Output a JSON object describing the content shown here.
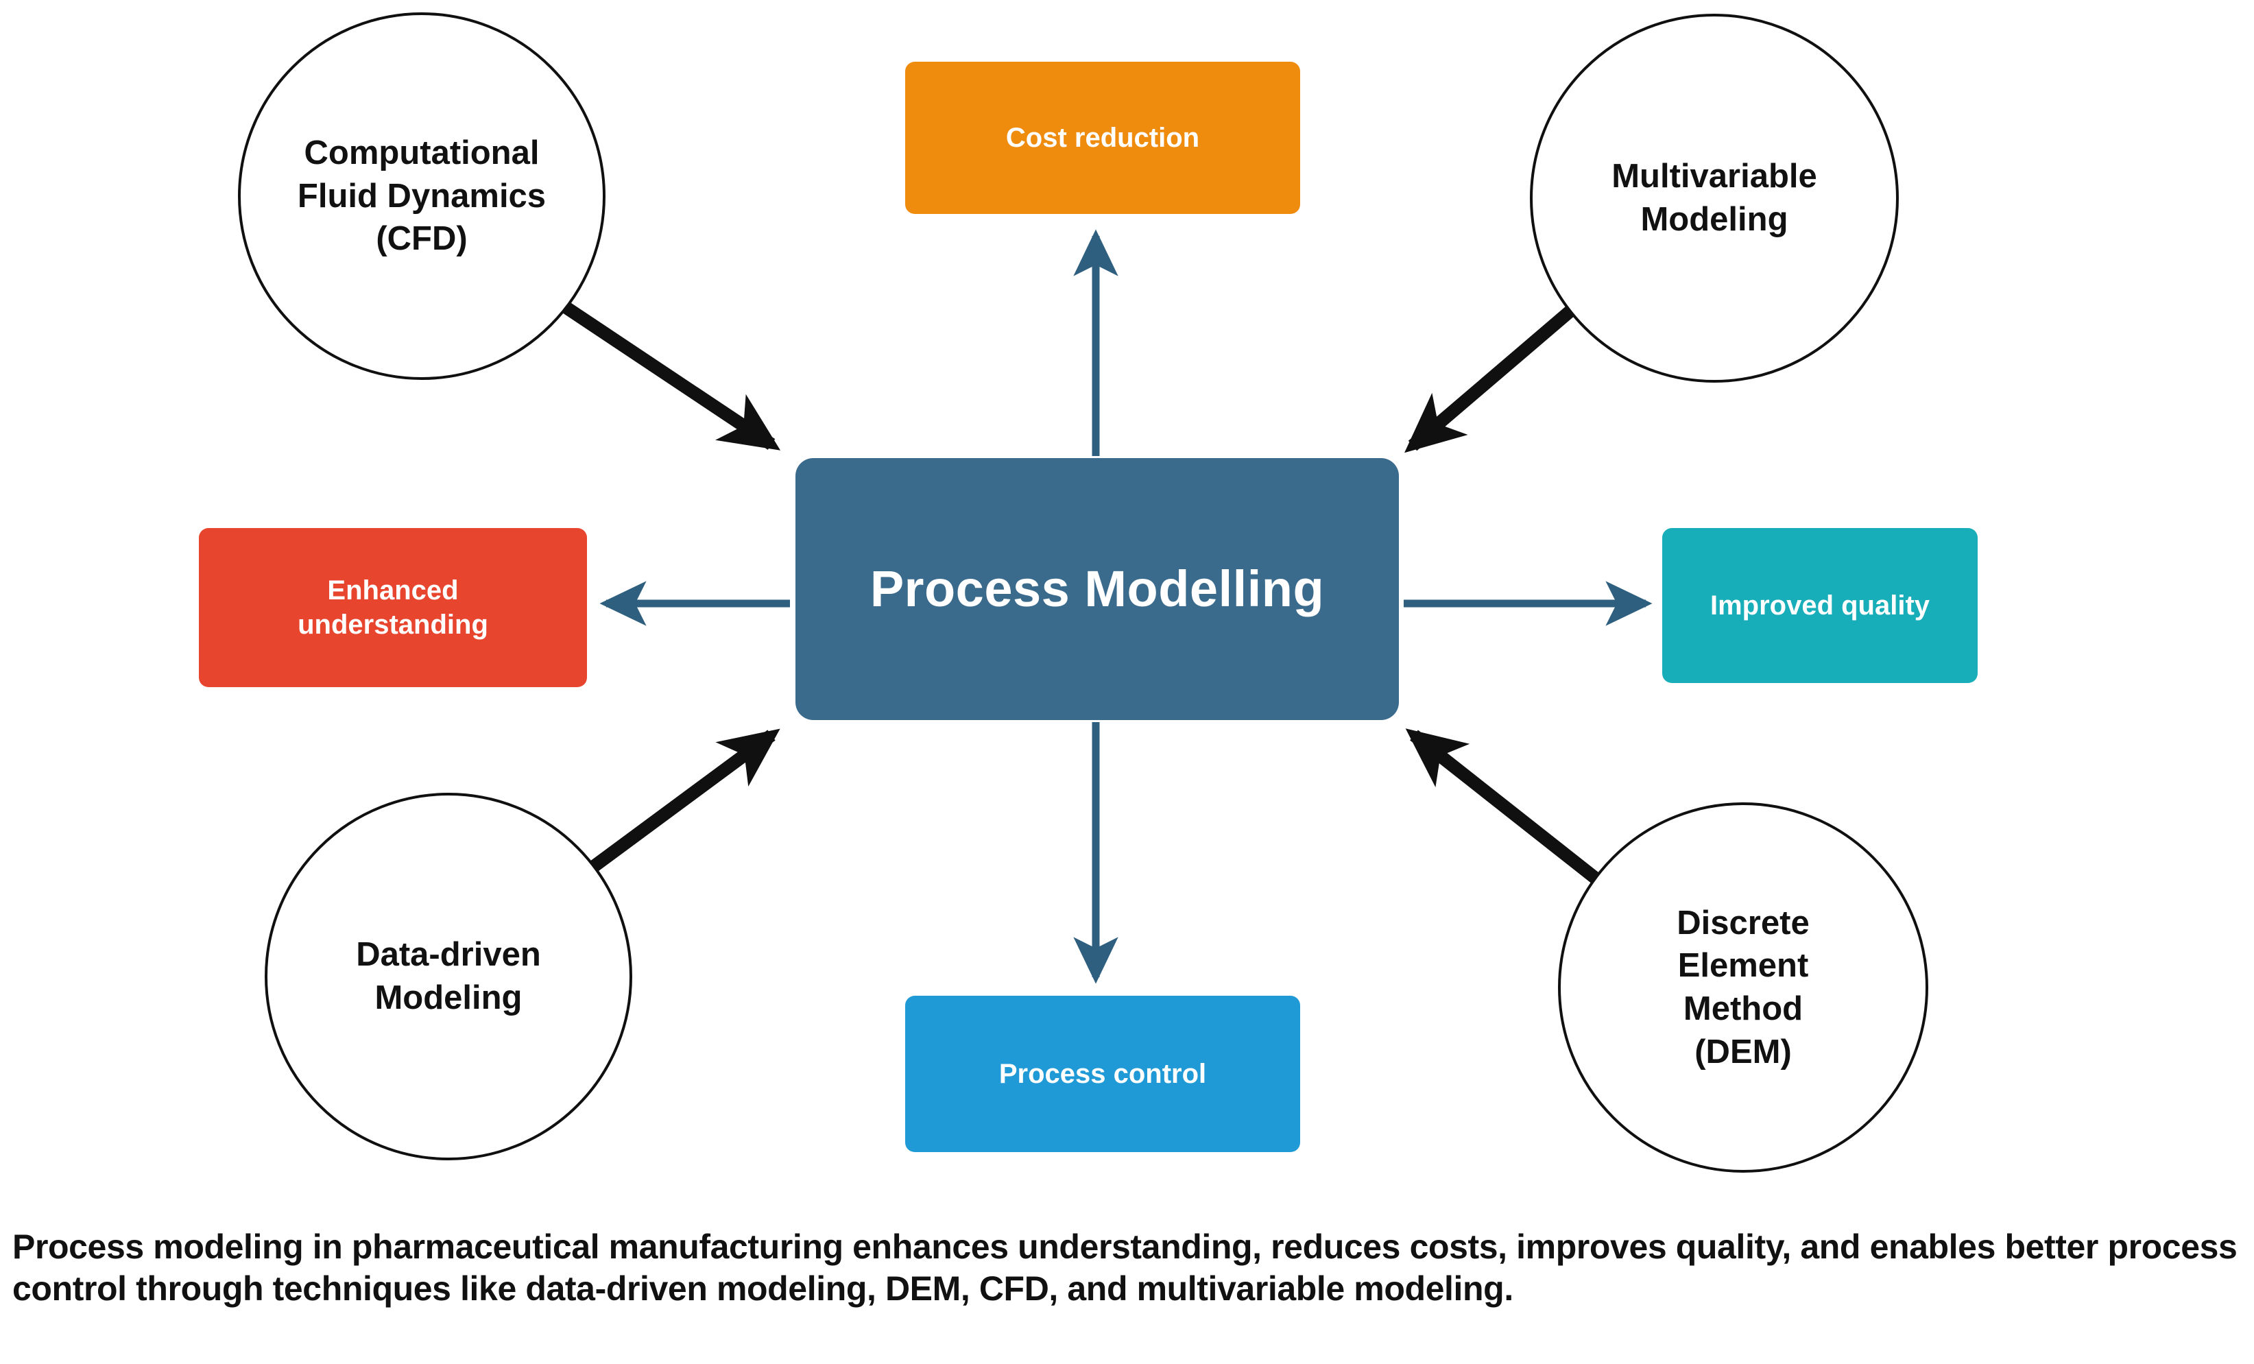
{
  "diagram": {
    "center": {
      "label": "Process Modelling",
      "color": "#3A6A8C",
      "text_color": "#FFFFFF"
    },
    "outcomes": [
      {
        "id": "cost-reduction",
        "label": "Cost reduction",
        "color": "#EF8C0D",
        "position": "top"
      },
      {
        "id": "improved-quality",
        "label": "Improved quality",
        "color": "#18AEB9",
        "position": "right"
      },
      {
        "id": "process-control",
        "label": "Process control",
        "color": "#1F9AD6",
        "position": "bottom"
      },
      {
        "id": "enhanced-understanding",
        "label": "Enhanced\nunderstanding",
        "color": "#E8452F",
        "position": "left"
      }
    ],
    "techniques": [
      {
        "id": "cfd",
        "label": "Computational\nFluid Dynamics\n(CFD)",
        "position": "top-left"
      },
      {
        "id": "multivariable-modeling",
        "label": "Multivariable\nModeling",
        "position": "top-right"
      },
      {
        "id": "data-driven-modeling",
        "label": "Data-driven\nModeling",
        "position": "bottom-left"
      },
      {
        "id": "dem",
        "label": "Discrete\nElement\nMethod\n(DEM)",
        "position": "bottom-right"
      }
    ],
    "arrows": {
      "inbound_color": "#101010",
      "outbound_color": "#3A6A8C",
      "inbound_count": 4,
      "outbound_count": 4
    }
  },
  "caption": {
    "text": "Process modeling in pharmaceutical manufacturing enhances understanding, reduces costs, improves quality, and enables better process control through techniques like data-driven modeling, DEM, CFD, and multivariable modeling."
  }
}
